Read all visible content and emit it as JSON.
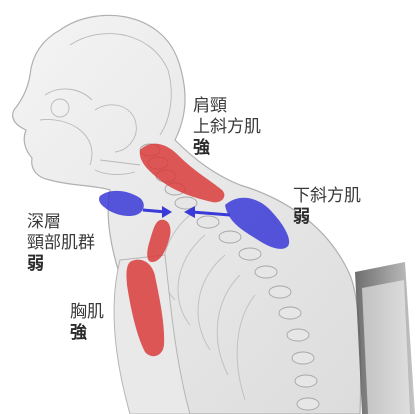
{
  "colors": {
    "strong": "#d93636",
    "weak": "#3a3ad8",
    "text": "#3a3a3a",
    "body_outline": "#a9a9a9"
  },
  "labels": {
    "upper_trapezius": {
      "line1": "肩頸",
      "line2": "上斜方肌",
      "strength": "強"
    },
    "lower_trapezius": {
      "line1": "下斜方肌",
      "strength": "弱"
    },
    "deep_neck_flexors": {
      "line1": "深層",
      "line2": "頸部肌群",
      "strength": "弱"
    },
    "pectoral": {
      "line1": "胸肌",
      "strength": "強"
    }
  },
  "icons": {
    "arrows": "push-arrow-icon"
  }
}
